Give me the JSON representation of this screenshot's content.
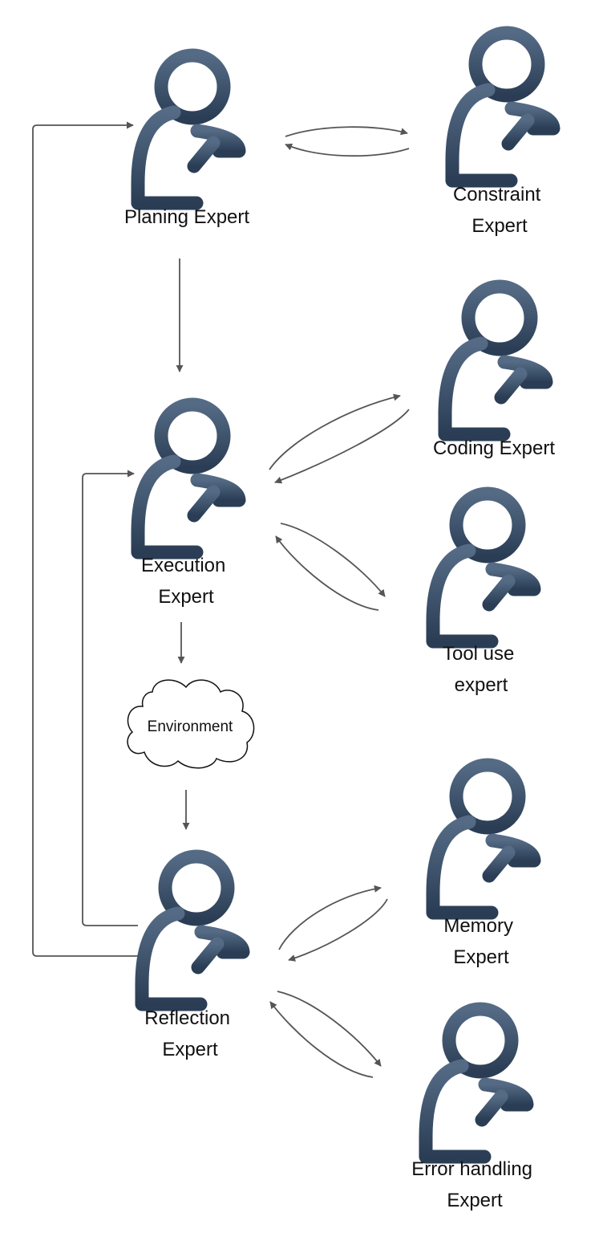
{
  "colors": {
    "icon_top": "#556b85",
    "icon_bottom": "#2a3d55",
    "arrow": "#555555"
  },
  "icon_name": "expert-magnifier-person-icon",
  "experts": {
    "planning": [
      "Planing Expert"
    ],
    "constraint": [
      "Constraint",
      "Expert"
    ],
    "execution": [
      "Execution",
      "Expert"
    ],
    "coding": [
      "Coding Expert"
    ],
    "tool_use": [
      "Tool use",
      "expert"
    ],
    "reflection": [
      "Reflection",
      "Expert"
    ],
    "memory": [
      "Memory",
      "Expert"
    ],
    "error_handling": [
      "Error handling",
      "Expert"
    ]
  },
  "environment": {
    "label": "Environment"
  }
}
